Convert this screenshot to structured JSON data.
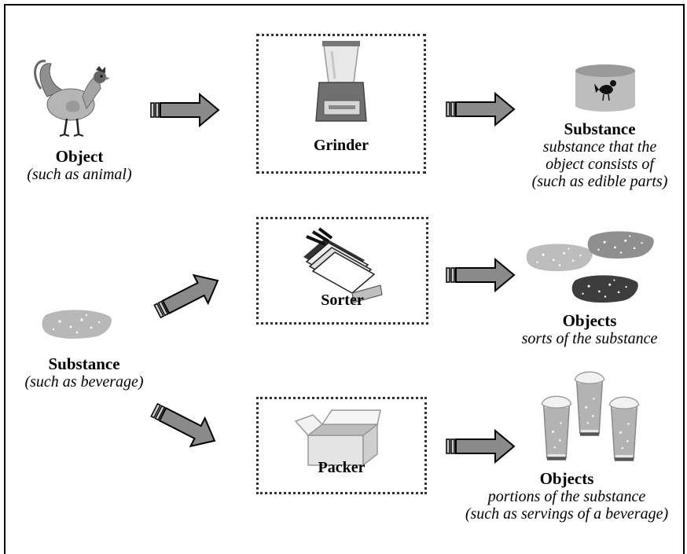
{
  "sources": [
    {
      "title": "Object",
      "subtitle": "(such as animal)",
      "icon": "chicken-icon"
    },
    {
      "title": "Substance",
      "subtitle": "(such as beverage)",
      "icon": "substance-blob-icon"
    }
  ],
  "machines": [
    {
      "label": "Grinder",
      "icon": "blender-icon"
    },
    {
      "label": "Sorter",
      "icon": "card-sorter-icon"
    },
    {
      "label": "Packer",
      "icon": "open-box-icon"
    }
  ],
  "results": [
    {
      "title": "Substance",
      "lines": [
        "substance that the",
        "object consists of",
        "(such as edible parts)"
      ],
      "icon": "can-with-chicken-icon"
    },
    {
      "title": "Objects",
      "lines": [
        "sorts of the substance"
      ],
      "icon": "sorted-blobs-icon"
    },
    {
      "title": "Objects",
      "lines": [
        "portions of the substance",
        "(such as servings of a beverage)"
      ],
      "icon": "beer-glasses-icon"
    }
  ],
  "colors": {
    "arrow_fill": "#8a8a8a",
    "arrow_stroke": "#000000",
    "box_border": "#333333",
    "frame": "#000000"
  }
}
